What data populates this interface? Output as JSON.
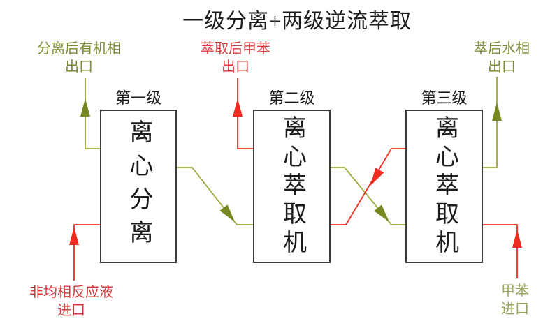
{
  "title": "一级分离+两级逆流萃取",
  "colors": {
    "red_line": "#f22b20",
    "red_text": "#d43a3c",
    "olive_line": "#a0a93e",
    "olive_arrow": "#78871f",
    "olive_text": "#7d8b33",
    "olive_text_light": "#9aa458",
    "ink": "#1c1c1c",
    "box_border": "#3c3c3c"
  },
  "stages": [
    {
      "label": "第一级",
      "equipment": "离心分离"
    },
    {
      "label": "第二级",
      "equipment": "离心萃取机"
    },
    {
      "label": "第三级",
      "equipment": "离心萃取机"
    }
  ],
  "streams": {
    "organic_phase_outlet": {
      "line1": "分离后有机相",
      "line2": "出口"
    },
    "toluene_outlet": {
      "line1": "萃取后甲苯",
      "line2": "出口"
    },
    "aqueous_phase_outlet": {
      "line1": "萃后水相",
      "line2": "出口"
    },
    "reaction_liquid_inlet": {
      "line1": "非均相反应液",
      "line2": "进口"
    },
    "toluene_inlet": {
      "line1": "甲苯",
      "line2": "进口"
    }
  }
}
